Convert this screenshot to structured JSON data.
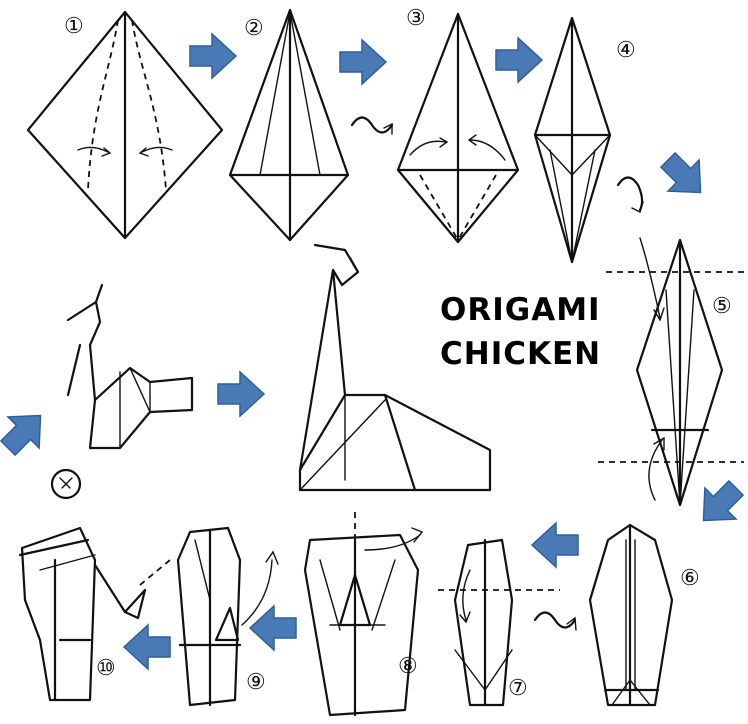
{
  "title": {
    "line1": "ORIGAMI",
    "line2": "CHICKEN"
  },
  "steps": [
    "①",
    "②",
    "③",
    "④",
    "⑤",
    "⑥",
    "⑦",
    "⑧",
    "⑨",
    "⑩"
  ],
  "arrow_color": "#4a7ab5",
  "line_color": "#111111",
  "icons": {
    "flip": "flip-over-icon",
    "rotate": "rotate-icon",
    "step_arrow": "blue-arrow-icon"
  }
}
